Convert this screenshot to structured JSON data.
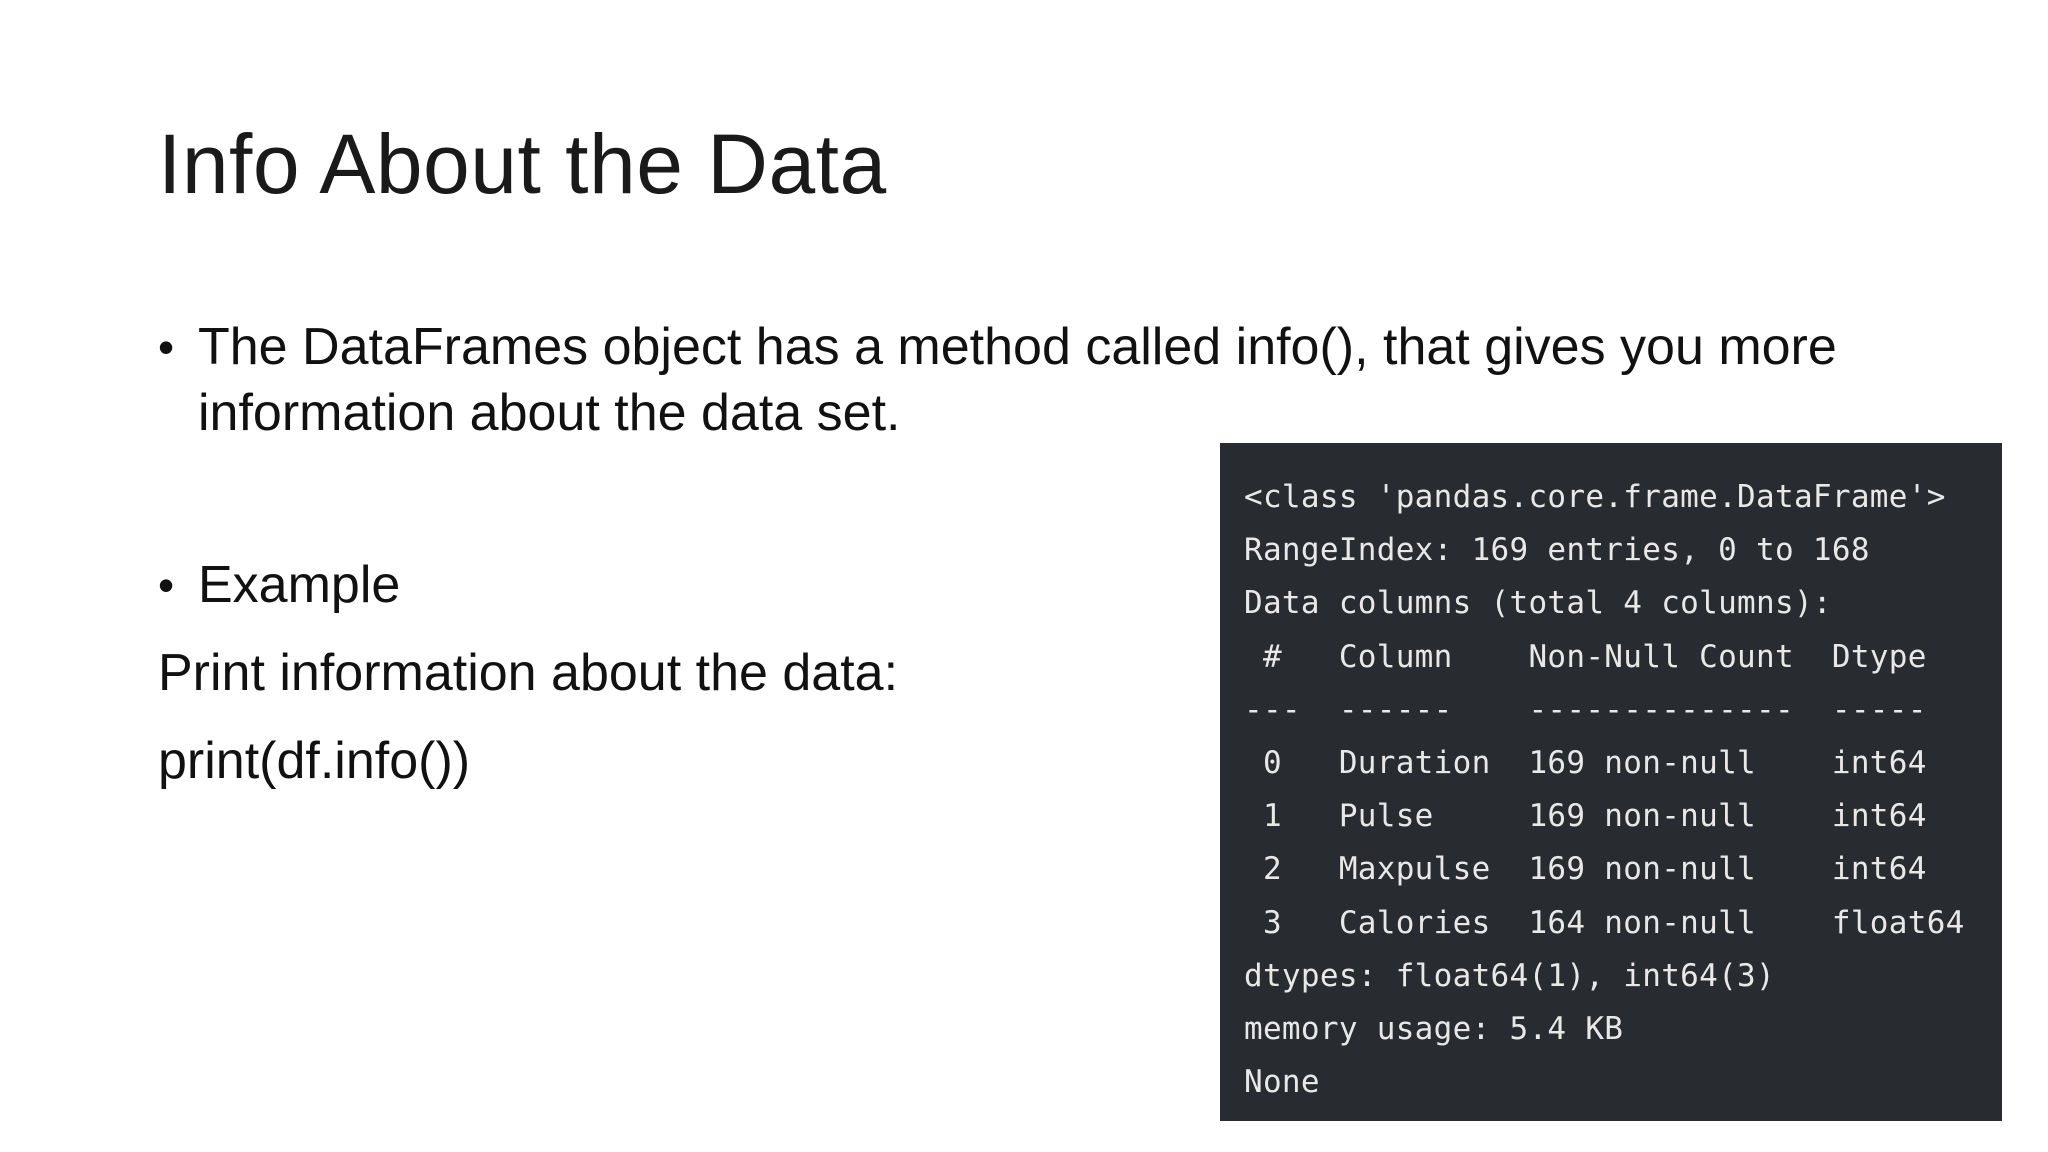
{
  "slide": {
    "title": "Info About the Data",
    "bullets": [
      {
        "symbol": "•",
        "text": "The DataFrames object has a method called info(), that gives you more information about the data set."
      },
      {
        "symbol": "•",
        "text": "Example"
      }
    ],
    "lines": [
      "Print information about the data:",
      "print(df.info())"
    ]
  },
  "console_output": {
    "lines": [
      "<class 'pandas.core.frame.DataFrame'>",
      "RangeIndex: 169 entries, 0 to 168",
      "Data columns (total 4 columns):",
      " #   Column    Non-Null Count  Dtype",
      "---  ------    --------------  -----",
      " 0   Duration  169 non-null    int64",
      " 1   Pulse     169 non-null    int64",
      " 2   Maxpulse  169 non-null    int64",
      " 3   Calories  164 non-null    float64",
      "dtypes: float64(1), int64(3)",
      "memory usage: 5.4 KB",
      "None"
    ]
  },
  "colors": {
    "background": "#ffffff",
    "text": "#111111",
    "console_background": "#282b30",
    "console_text": "#e8e8e8"
  }
}
